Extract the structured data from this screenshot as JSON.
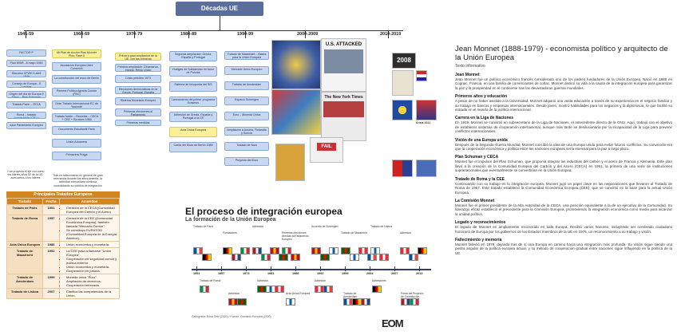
{
  "mindmap": {
    "title": "Décadas UE",
    "decades": [
      "1945-59",
      "1960-69",
      "1970-79",
      "1980-89",
      "1990-99",
      "2000-2009",
      "2010-2019"
    ],
    "col1": [
      "FACTOR P",
      "Plan WWII - 8 mayo 1945",
      "Discurso CFWH 4 abril 1949",
      "Consejo de Europa - 5 Londres",
      "Origen del día de Europa 9 Mayo – Plan Schuman",
      "Tratado París – CECA",
      "Roma – tratado cooperación (CE) y EURATOM",
      "nace Parlamento Europeo"
    ],
    "col1_note": "Y se proyecta el eje con como los líderes años 50 de la UE, acercamos a los líderes",
    "col2": [
      "Mi Plan de Acción Plan Monnet Plus, Fase II",
      "Asociación Europea Libre Comercio",
      "La construcción del muro de Berlín",
      "Primera Política Agraria Común (PAC)",
      "Gran Tratado Internacional EC de Yaoundé",
      "Tratado fusión – Bruselas – CECA + CEE + Euratom 1965",
      "Documento Estudiantil París",
      "Unión Aduanera",
      "Primavera Praga"
    ],
    "col2_note": "Tras un fallecimiento en general de gran relevancia durante los años sesenta, la actividad comunitaria continúa consolidando su política de integración",
    "col3": [
      "Primera gran ampliación de la UE, con las primeras incorporaciones",
      "Primera ampliación: Dinamarca, Irlanda, Reino Unido",
      "Crisis petróleo 1973",
      "Elecciones democráticas en la Grecia, Portugal, España",
      "Sistema Monetario Europeo",
      "Primeras elecciones al Parlamento"
    ],
    "col3_note": "Primeras medidas transnacionales",
    "col4": [
      "Segunda ampliación: Grecia, España y Portugal",
      "Huelgas de Solidarnosc en favor de Polonia",
      "Sistema de búsqueda del SIS",
      "Lanzamiento del primer programa Erasmus",
      "Adhesión de Grecia, España y Portugal a la CE",
      "Acta Única Europea",
      "Caída del Muro de Berlín 1989"
    ],
    "col5": [
      "Tratado de Maastricht – Bases para la Unión Europea",
      "Mercado Único Europeo",
      "Tratado de Amsterdam",
      "Espacio Schengen",
      "Euro – Moneda Única",
      "Ampliación a Austria, Finlandia y Suecia",
      "Tratado de Niza",
      "Proyecto del Euro"
    ],
    "col7_stamp": "2008",
    "col7_caption": "Crisis 2011"
  },
  "tratados": {
    "title": "Principales Tratados Europeos",
    "headers": [
      "Tratado",
      "Fecha",
      "Acuerdos"
    ],
    "rows": [
      {
        "name": "Tratado de París",
        "year": "1951",
        "notes": [
          "Creación de la CECA (Comunidad Europea del Carbón y el Acero)."
        ]
      },
      {
        "name": "Tratado de Roma",
        "year": "1957",
        "notes": [
          "Creación de la CEE (Comunidad Económica Europea), también llamada \"Mercado Común\".",
          "Se constituyó EURATOM (Comunidad Europea de la Energía Atómica)."
        ]
      },
      {
        "name": "Acta Única Europea",
        "year": "1986",
        "notes": [
          "Unión económica y monetaria."
        ]
      },
      {
        "name": "Tratado de Maastricht",
        "year": "1992",
        "notes": [
          "La CEE pasa a llamarse \"Unión Europea\".",
          "Cooperación en seguridad común y política exterior.",
          "Unión económica y monetaria.",
          "Cooperación en justicia."
        ]
      },
      {
        "name": "Tratado de Ámsterdam",
        "year": "1999",
        "notes": [
          "Moneda única \"Euro\".",
          "Ampliación de derechos.",
          "Cooperación reforzada."
        ]
      },
      {
        "name": "Tratado de Lisboa",
        "year": "2007",
        "notes": [
          "Clarifica las competencias de la Unión."
        ]
      }
    ]
  },
  "proceso": {
    "title": "El proceso de integración europea",
    "subtitle": "La formación de la Unión Europea",
    "years": [
      "1951",
      "1957",
      "1973",
      "1981",
      "1986",
      "1992",
      "1995",
      "2004",
      "2007",
      "2013"
    ],
    "notes_top": [
      "Tratado de París",
      "Fundadores",
      "Adhesión",
      "Primeras elecciones directas al Parlamento Europeo",
      "Acuerdo de Schengen",
      "Tratado de Maastricht",
      "Tratado de Lisboa",
      "Adhesión"
    ],
    "notes_bottom": [
      "Tratado de Roma",
      "Adhesión",
      "Adhesión",
      "Acta Única Europea",
      "Adhesión",
      "Tratado de Ámsterdam",
      "Adhesiones",
      "Firma del Proyecto de Constitución Europea"
    ],
    "credits": "Cartografía: Rosa Ortiz (2020) / Fuente: Comisión Europea (2020)",
    "logo": "EOM"
  },
  "article": {
    "title": "Jean Monnet (1888-1979) - economista político y arquitecto de la Unión Europea",
    "subtitle": "Texto informativo",
    "sections": [
      {
        "h": "Jean Monnet",
        "p": "Jean Monnet fue un político económico francés considerado uno de los padres fundadores de la Unión Europea. Nació en 1888 en Cognac, Francia, en una familia de comerciantes de coñac. Monnet dedicó su vida a la causa de la integración europea para garantizar la paz y la prosperidad en el continente tras las devastadoras guerras mundiales."
      },
      {
        "h": "Primeros años y educación",
        "p": "A pesar de no haber asistido a la universidad, Monnet adquirió una vasta educación a través de su experiencia en el negocio familiar y su trabajo en bancos y empresas internacionales. Desde joven, mostró habilidades para los negocios y la diplomacia, lo que facilitó su entrada en el mundo de la política internacional."
      },
      {
        "h": "Carrera en la Liga de Naciones",
        "p": "En 1919, Monnet se convirtió en subsecretario de la Liga de Naciones, el antecedente directo de la ONU. Aquí, trabajó con el objetivo de establecer sistemas de cooperación internacional, aunque más tarde se desilusionaría por la incapacidad de la Liga para prevenir conflictos internacionales."
      },
      {
        "h": "Visión de una Europa unida",
        "p": "Después de la Segunda Guerra Mundial, Monnet concibió la idea de una Europa unida para evitar futuros conflictos. Su convicción era que la cooperación económica y política entre las naciones europeas sería esencial para la paz a largo plazo."
      },
      {
        "h": "Plan Schuman y CECA",
        "p": "Monnet fue el impulsor del Plan Schuman, que proponía integrar las industrias del carbón y el acero de Francia y Alemania. Este plan llevó a la creación de la Comunidad Europea del Carbón y del Acero (CECA) en 1951, la primera de una serie de instituciones supranacionales que eventualmente se convertirían en la Unión Europea."
      },
      {
        "h": "Tratado de Roma y la CEE",
        "p": "Continuando con su trabajo en la integración europea, Monnet jugó un papel clave en las negociaciones que llevaron al Tratado de Roma de 1957. Este tratado estableció la Comunidad Económica Europea (CEE), que se convirtió en la base para la actual Unión Europea."
      },
      {
        "h": "La Comisión Monnet",
        "p": "Monnet fue el primer presidente de la Alta Autoridad de la CECA, una posición equivalente a la de un ejecutivo de la Comunidad. Su liderazgo eficaz estableció el precedente para la Comisión Europea, promoviendo la integración económica como medio para alcanzar la unidad política."
      },
      {
        "h": "Legado y reconocimientos",
        "p": "El legado de Monnet es ampliamente reconocido en toda Europa. Recibió varios honores, incluyendo ser nombrado ciudadano honorario de Europa por los gobiernos de los Estados miembros de la UE en 1976, un reconocimiento a su trabajo y visión."
      },
      {
        "h": "Fallecimiento y memoria",
        "p": "Monnet falleció en 1979, dejando tras de sí una Europa en camino hacia una integración más profunda. Su visión sigue siendo una piedra angular de la política europea actual, y su método de cooperación gradual entre naciones sigue influyendo en la política de la UE."
      }
    ]
  },
  "colors": {
    "title_box": "#5a6e9e",
    "node": "#c8d8f2",
    "table": "#d4861e",
    "axis": "#2c3e70"
  }
}
